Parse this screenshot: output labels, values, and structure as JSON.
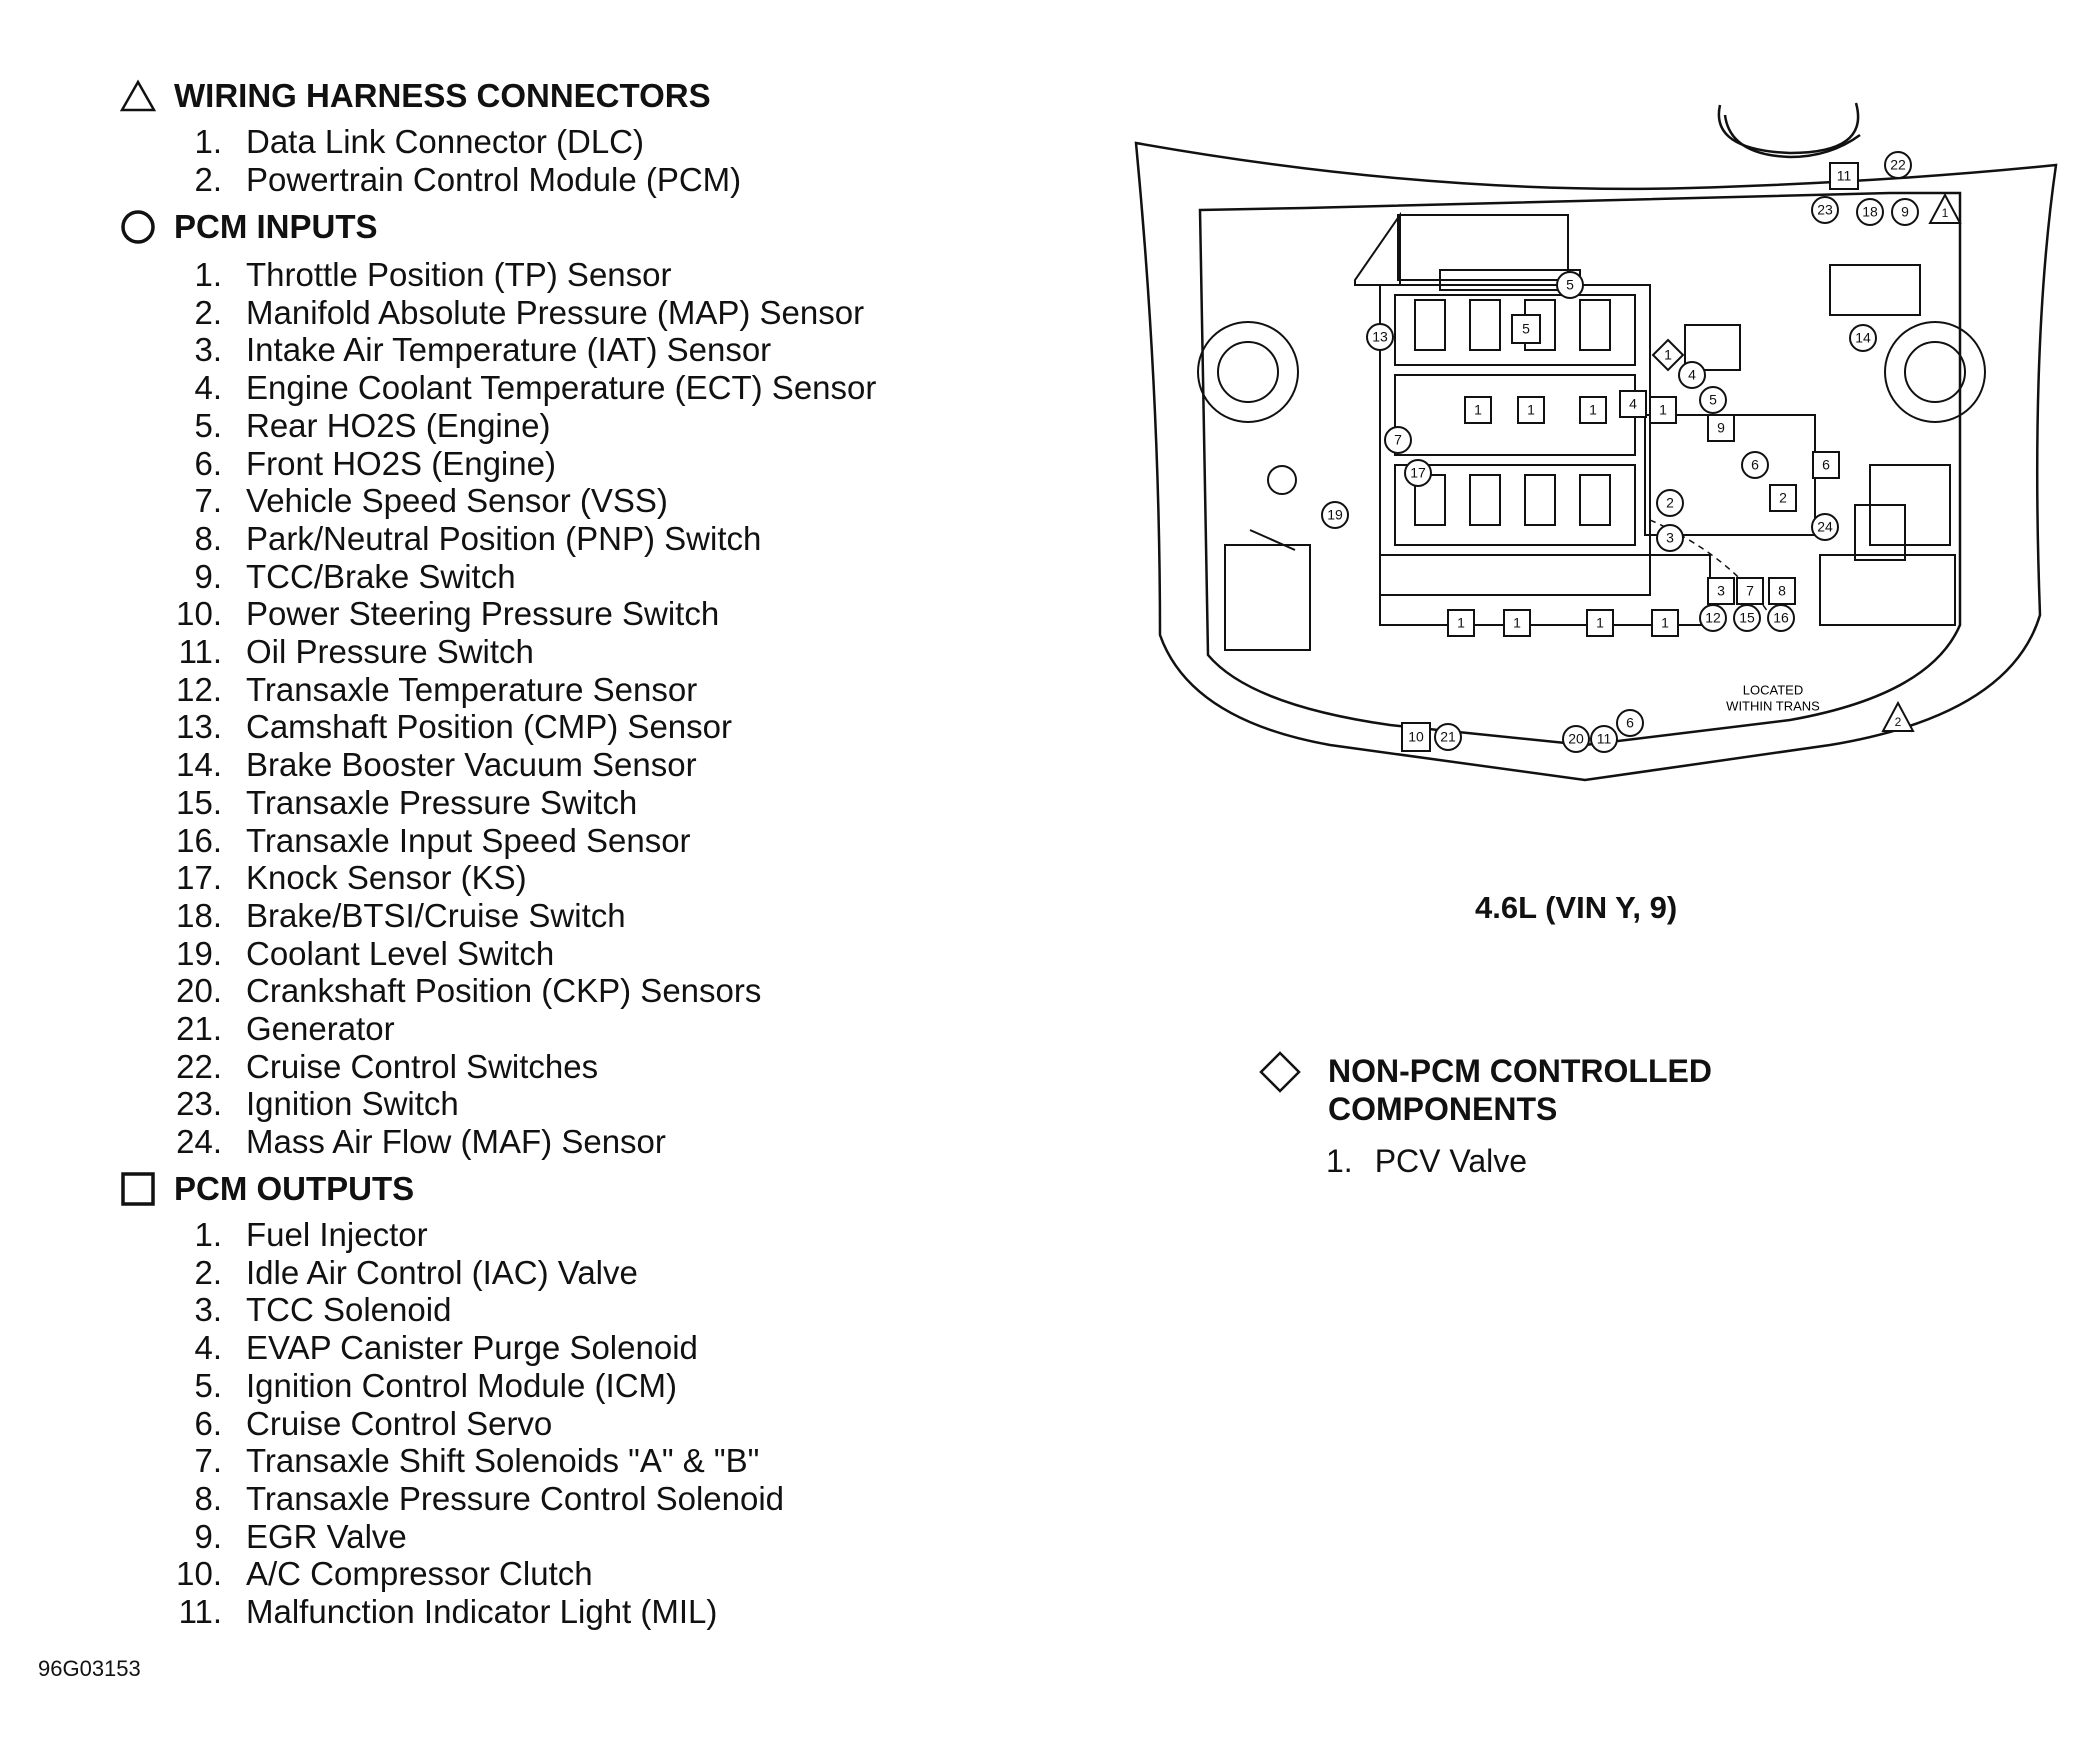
{
  "wiring": {
    "title": "WIRING HARNESS CONNECTORS",
    "items": [
      "Data Link Connector (DLC)",
      "Powertrain Control Module (PCM)"
    ]
  },
  "inputs": {
    "title": "PCM INPUTS",
    "items": [
      "Throttle Position (TP) Sensor",
      "Manifold Absolute Pressure (MAP) Sensor",
      "Intake Air Temperature (IAT) Sensor",
      "Engine Coolant Temperature (ECT) Sensor",
      "Rear HO2S (Engine)",
      "Front HO2S (Engine)",
      "Vehicle Speed Sensor (VSS)",
      "Park/Neutral Position (PNP) Switch",
      "TCC/Brake Switch",
      "Power Steering Pressure Switch",
      "Oil Pressure Switch",
      "Transaxle Temperature Sensor",
      "Camshaft Position (CMP) Sensor",
      "Brake Booster Vacuum Sensor",
      "Transaxle Pressure Switch",
      "Transaxle Input Speed Sensor",
      "Knock Sensor (KS)",
      "Brake/BTSI/Cruise Switch",
      "Coolant Level Switch",
      "Crankshaft Position (CKP) Sensors",
      "Generator",
      "Cruise Control Switches",
      "Ignition Switch",
      "Mass Air Flow (MAF) Sensor"
    ]
  },
  "outputs": {
    "title": "PCM OUTPUTS",
    "items": [
      "Fuel Injector",
      "Idle Air Control (IAC) Valve",
      "TCC Solenoid",
      "EVAP Canister Purge Solenoid",
      "Ignition Control Module (ICM)",
      "Cruise Control Servo",
      "Transaxle Shift Solenoids \"A\" & \"B\"",
      "Transaxle Pressure Control Solenoid",
      "EGR Valve",
      "A/C Compressor Clutch",
      "Malfunction Indicator Light (MIL)"
    ]
  },
  "diagram": {
    "caption": "4.6L (VIN Y, 9)",
    "located_note": [
      "LOCATED",
      "WITHIN TRANS"
    ]
  },
  "non_pcm": {
    "title_lines": [
      "NON-PCM CONTROLLED",
      "COMPONENTS"
    ],
    "items": [
      "PCV Valve"
    ]
  },
  "figure_id": "96G03153"
}
